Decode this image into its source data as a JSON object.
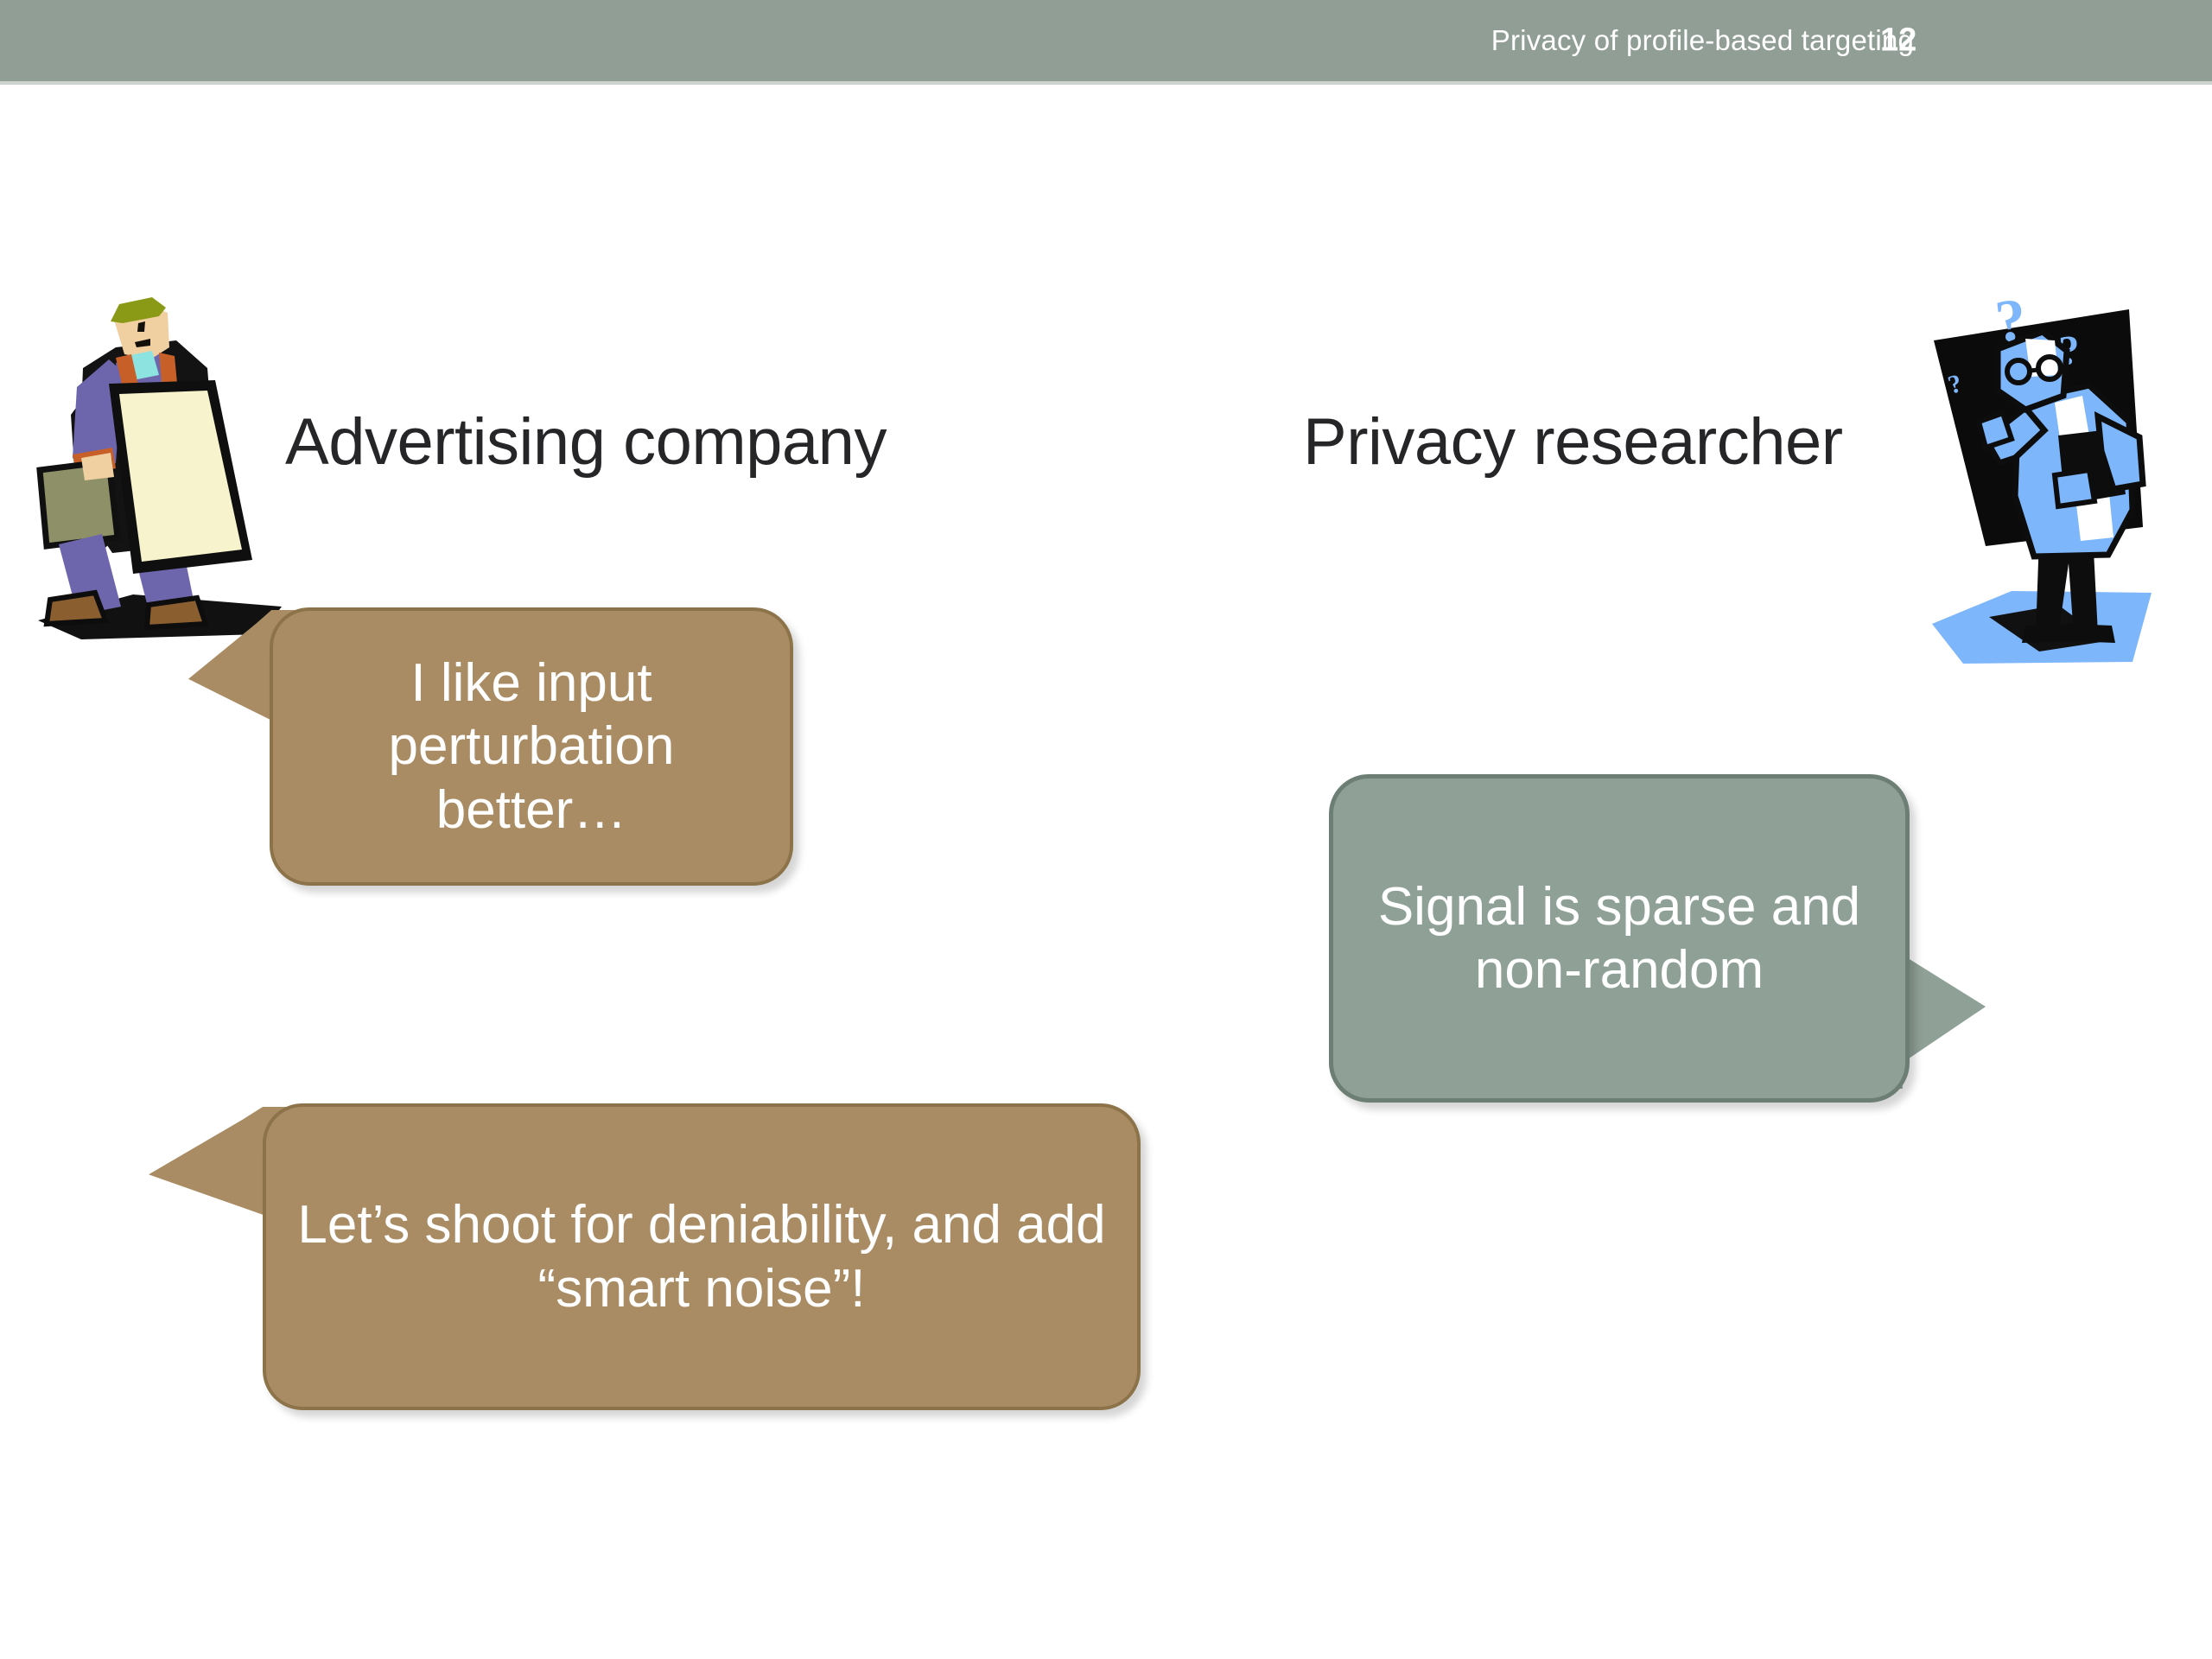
{
  "slide": {
    "background_color": "#ffffff",
    "accent_green": "#8FA097",
    "accent_brown": "#A98C63",
    "heading_color": "#262628"
  },
  "header": {
    "title": "Privacy of profile-based targeting",
    "page_number": "12",
    "background_color": "#919E96",
    "text_color": "#ffffff"
  },
  "columns": {
    "left": {
      "heading": "Advertising company",
      "character_icon": "sandwich-board-man-icon"
    },
    "right": {
      "heading": "Privacy researcher",
      "character_icon": "thinking-scientist-icon"
    }
  },
  "bubbles": [
    {
      "id": "input-perturbation",
      "text": "I like input perturbation better…",
      "speaker": "Advertising company",
      "fill_color": "#A98C63",
      "border_color": "#8d7349",
      "text_color": "#ffffff",
      "tail_direction": "left"
    },
    {
      "id": "signal-sparse",
      "text": "Signal is sparse and non-random",
      "speaker": "Privacy researcher",
      "fill_color": "#8FA097",
      "border_color": "#6d7e74",
      "text_color": "#ffffff",
      "tail_direction": "right"
    },
    {
      "id": "smart-noise",
      "text": "Let’s shoot for deniability, and add “smart noise”!",
      "speaker": "Advertising company",
      "fill_color": "#A98C63",
      "border_color": "#8d7349",
      "text_color": "#ffffff",
      "tail_direction": "left"
    }
  ]
}
